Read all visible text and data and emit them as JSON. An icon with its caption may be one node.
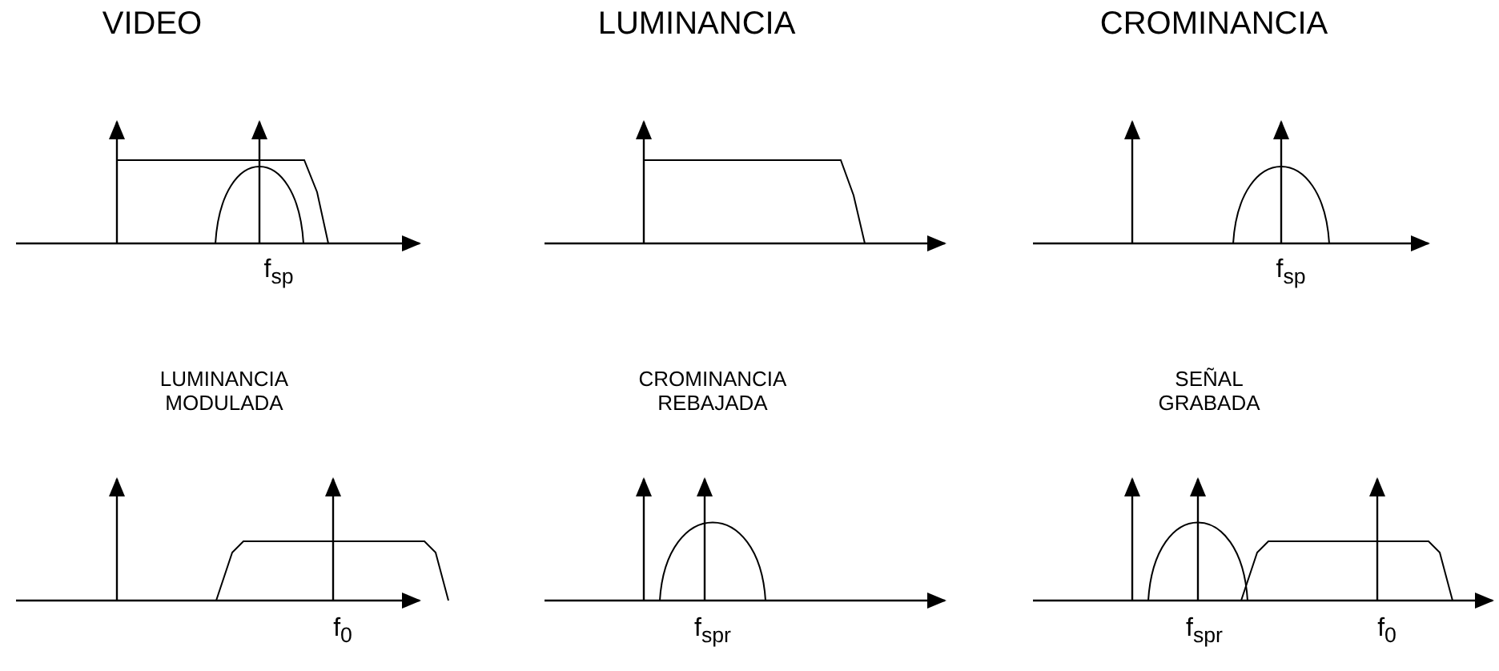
{
  "diagram": {
    "labels": [
      "VIDEO",
      "LUMINANCIA",
      "CROMINANCIA",
      "f$_{sp}$",
      "f$_{sp}$",
      "LUMINANCIA MODULADA",
      "CROMINANCIA REBAJADA",
      "SEÑAL GRABADA",
      "f$_{0}$",
      "f$_{spr}$",
      "f$_{spr}$",
      "f$_{0}$"
    ]
  }
}
